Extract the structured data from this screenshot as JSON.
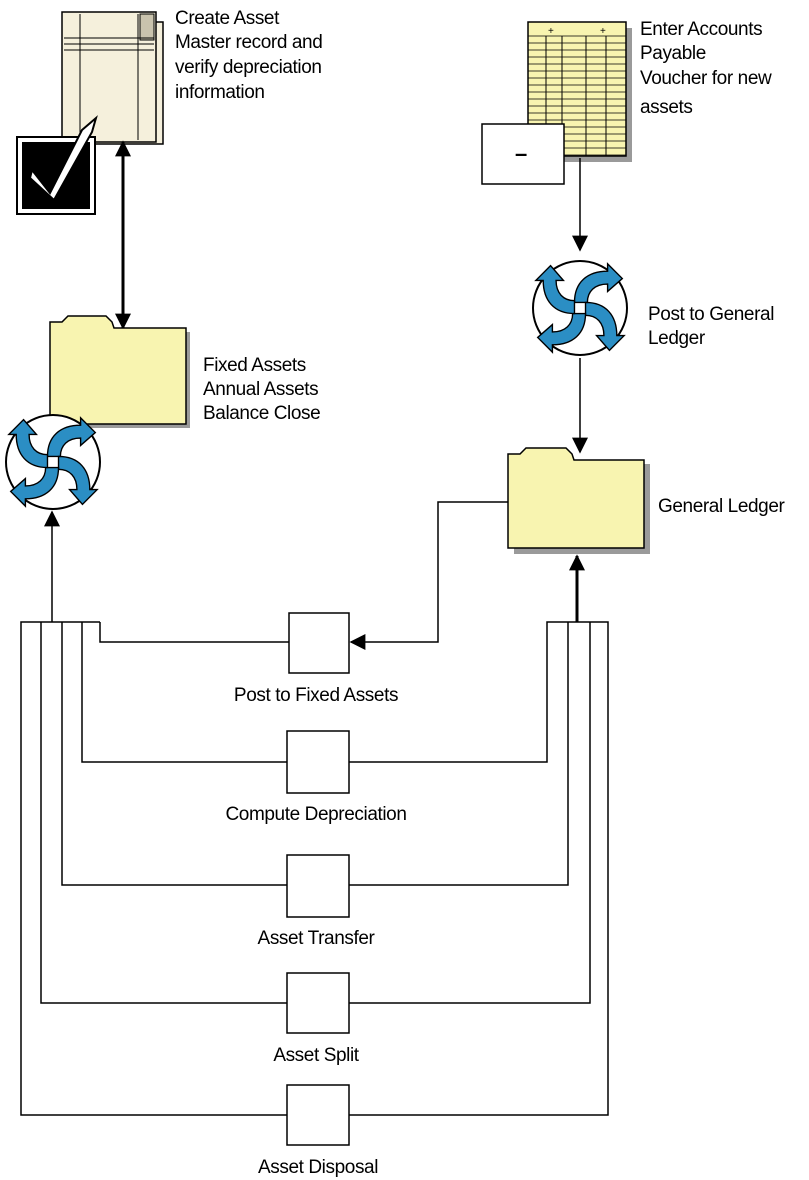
{
  "labels": {
    "create_asset": [
      "Create Asset",
      "Master record and",
      "verify depreciation",
      "information"
    ],
    "enter_ap": [
      "Enter Accounts",
      "Payable",
      "Voucher for new",
      "assets"
    ],
    "post_gl": [
      "Post to General",
      "Ledger"
    ],
    "fixed_assets": [
      "Fixed Assets",
      "Annual Assets",
      "Balance Close"
    ],
    "general_ledger": "General Ledger"
  },
  "processes": [
    {
      "id": "post-to-fixed-assets",
      "label": "Post to Fixed Assets"
    },
    {
      "id": "compute-depreciation",
      "label": "Compute Depreciation"
    },
    {
      "id": "asset-transfer",
      "label": "Asset Transfer"
    },
    {
      "id": "asset-split",
      "label": "Asset Split"
    },
    {
      "id": "asset-disposal",
      "label": "Asset Disposal"
    }
  ],
  "voucher_symbol": "–",
  "colors": {
    "folder": "#f8f4b0",
    "document": "#f5f0dc",
    "ledger_sheet": "#f8f4b0",
    "cycle_blue": "#2b8ec4",
    "line": "#000000"
  }
}
